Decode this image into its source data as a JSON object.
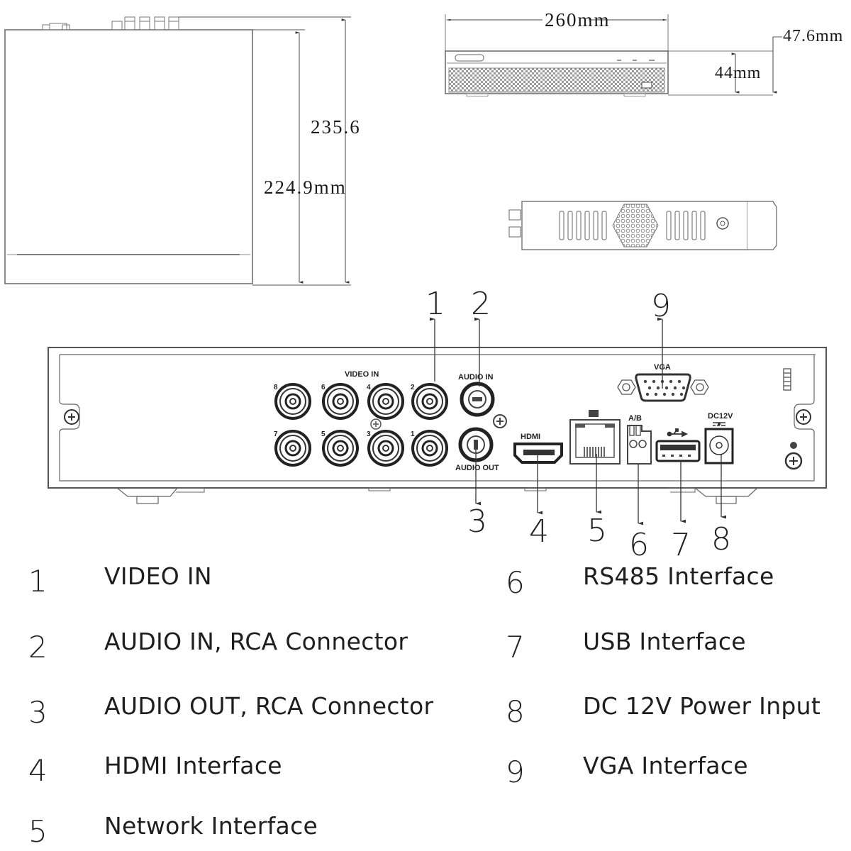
{
  "dimensions": {
    "top_view_depth_total": "235.6",
    "top_view_depth_body": "224.9mm",
    "front_view_width": "260mm",
    "front_view_height_body": "44mm",
    "front_view_height_total": "47.6mm"
  },
  "rear_panel": {
    "video_in_label": "VIDEO IN",
    "audio_in_label": "AUDIO IN",
    "audio_out_label": "AUDIO OUT",
    "vga_label": "VGA",
    "hdmi_label": "HDMI",
    "rs485_label": "A/B",
    "dc_label": "DC12V",
    "bnc_numbers_top": [
      "8",
      "6",
      "4",
      "2"
    ],
    "bnc_numbers_bottom": [
      "7",
      "5",
      "3",
      "1"
    ]
  },
  "callouts": [
    "1",
    "2",
    "3",
    "4",
    "5",
    "6",
    "7",
    "8",
    "9"
  ],
  "legend": [
    {
      "num": "1",
      "text": "VIDEO IN"
    },
    {
      "num": "2",
      "text": "AUDIO IN, RCA Connector"
    },
    {
      "num": "3",
      "text": "AUDIO OUT, RCA Connector"
    },
    {
      "num": "4",
      "text": "HDMI Interface"
    },
    {
      "num": "5",
      "text": "Network Interface"
    },
    {
      "num": "6",
      "text": "RS485 Interface"
    },
    {
      "num": "7",
      "text": "USB Interface"
    },
    {
      "num": "8",
      "text": "DC 12V Power Input"
    },
    {
      "num": "9",
      "text": "VGA Interface"
    }
  ]
}
